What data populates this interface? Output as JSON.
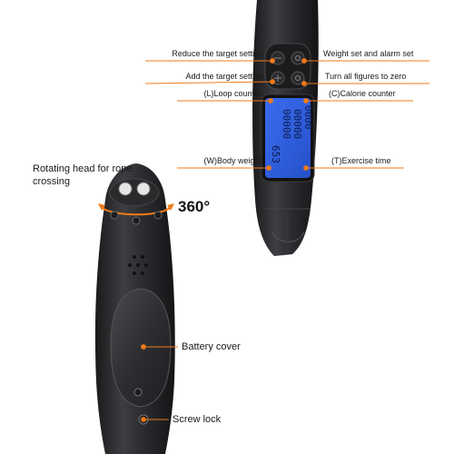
{
  "top_device": {
    "labels_left": {
      "reduce": "Reduce the target setting",
      "add": "Add the target setting",
      "loop": "(L)Loop counter",
      "weight": "(W)Body weight"
    },
    "labels_right": {
      "set_alarm": "Weight set and alarm set",
      "zero": "Turn all figures to zero",
      "calorie": "(C)Calorie counter",
      "time": "(T)Exercise time"
    },
    "lcd_digits": {
      "col1": "0000",
      "col2": "00000",
      "col3": "00000",
      "col4": "653"
    }
  },
  "bottom_device": {
    "rotating_head": "Rotating head for rope crossing",
    "degrees": "360°",
    "battery": "Battery cover",
    "screw": "Screw lock"
  },
  "colors": {
    "accent": "#f07a1a",
    "lcd": "#2a5bd7",
    "body": "#2a2a2c"
  }
}
